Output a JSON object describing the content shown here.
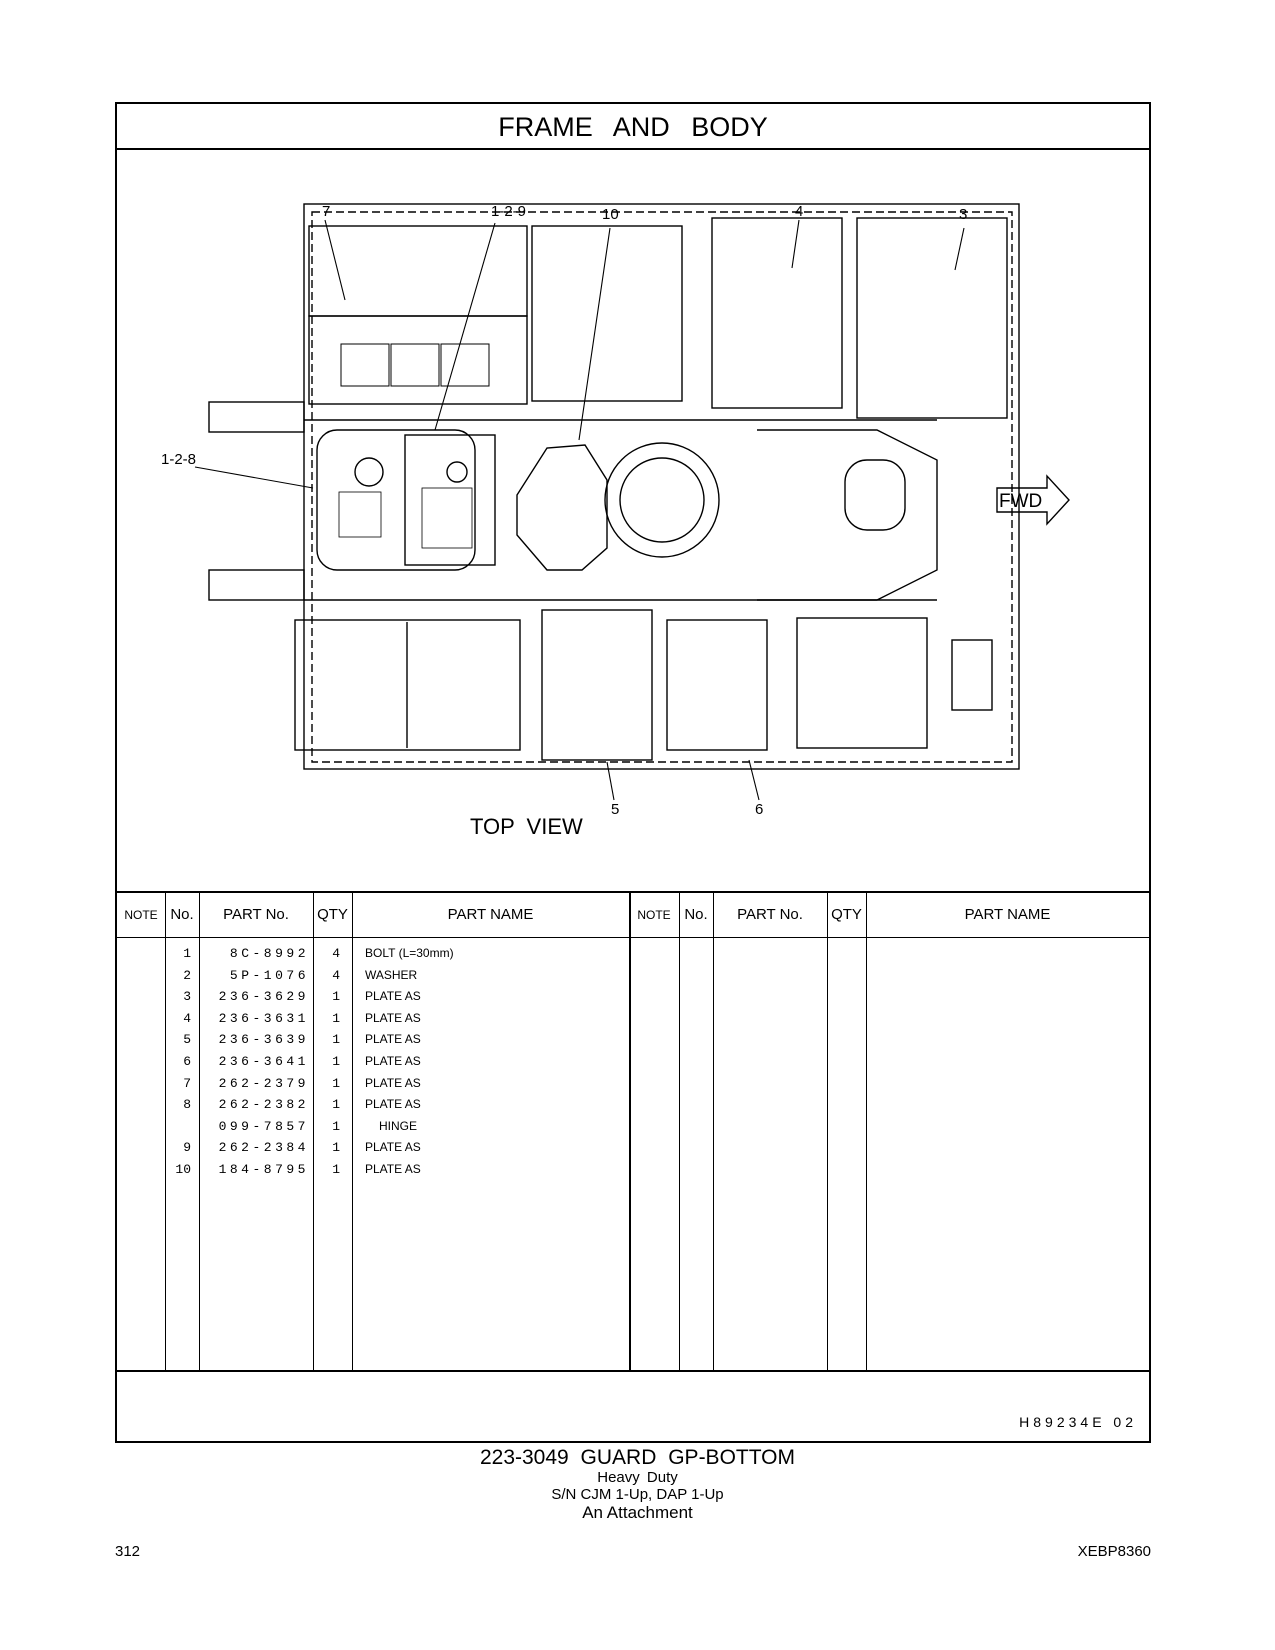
{
  "title": "FRAME AND BODY",
  "view_label": "TOP VIEW",
  "fwd_label": "FWD",
  "callouts": [
    "7",
    "1-2-9",
    "10",
    "4",
    "3",
    "1-2-8",
    "5",
    "6"
  ],
  "table": {
    "headers": {
      "note": "NOTE",
      "no": "No.",
      "part_no": "PART No.",
      "qty": "QTY",
      "part_name": "PART NAME"
    },
    "rows": [
      {
        "no": "1",
        "part_no": "8C-8992",
        "qty": "4",
        "name": "BOLT (L=30mm)"
      },
      {
        "no": "2",
        "part_no": "5P-1076",
        "qty": "4",
        "name": "WASHER"
      },
      {
        "no": "3",
        "part_no": "236-3629",
        "qty": "1",
        "name": "PLATE AS"
      },
      {
        "no": "4",
        "part_no": "236-3631",
        "qty": "1",
        "name": "PLATE AS"
      },
      {
        "no": "5",
        "part_no": "236-3639",
        "qty": "1",
        "name": "PLATE AS"
      },
      {
        "no": "6",
        "part_no": "236-3641",
        "qty": "1",
        "name": "PLATE AS"
      },
      {
        "no": "7",
        "part_no": "262-2379",
        "qty": "1",
        "name": "PLATE AS"
      },
      {
        "no": "8",
        "part_no": "262-2382",
        "qty": "1",
        "name": "PLATE AS"
      },
      {
        "no": "",
        "part_no": "099-7857",
        "qty": "1",
        "name": "HINGE",
        "indent": true
      },
      {
        "no": "9",
        "part_no": "262-2384",
        "qty": "1",
        "name": "PLATE AS"
      },
      {
        "no": "10",
        "part_no": "184-8795",
        "qty": "1",
        "name": "PLATE AS"
      }
    ]
  },
  "drawing_code": "H89234E   02",
  "caption": {
    "main": "223-3049 GUARD GP-BOTTOM",
    "sub": "Heavy Duty",
    "serial": "S/N CJM 1-Up, DAP 1-Up",
    "attachment": "An Attachment"
  },
  "page_number": "312",
  "doc_number": "XEBP8360"
}
